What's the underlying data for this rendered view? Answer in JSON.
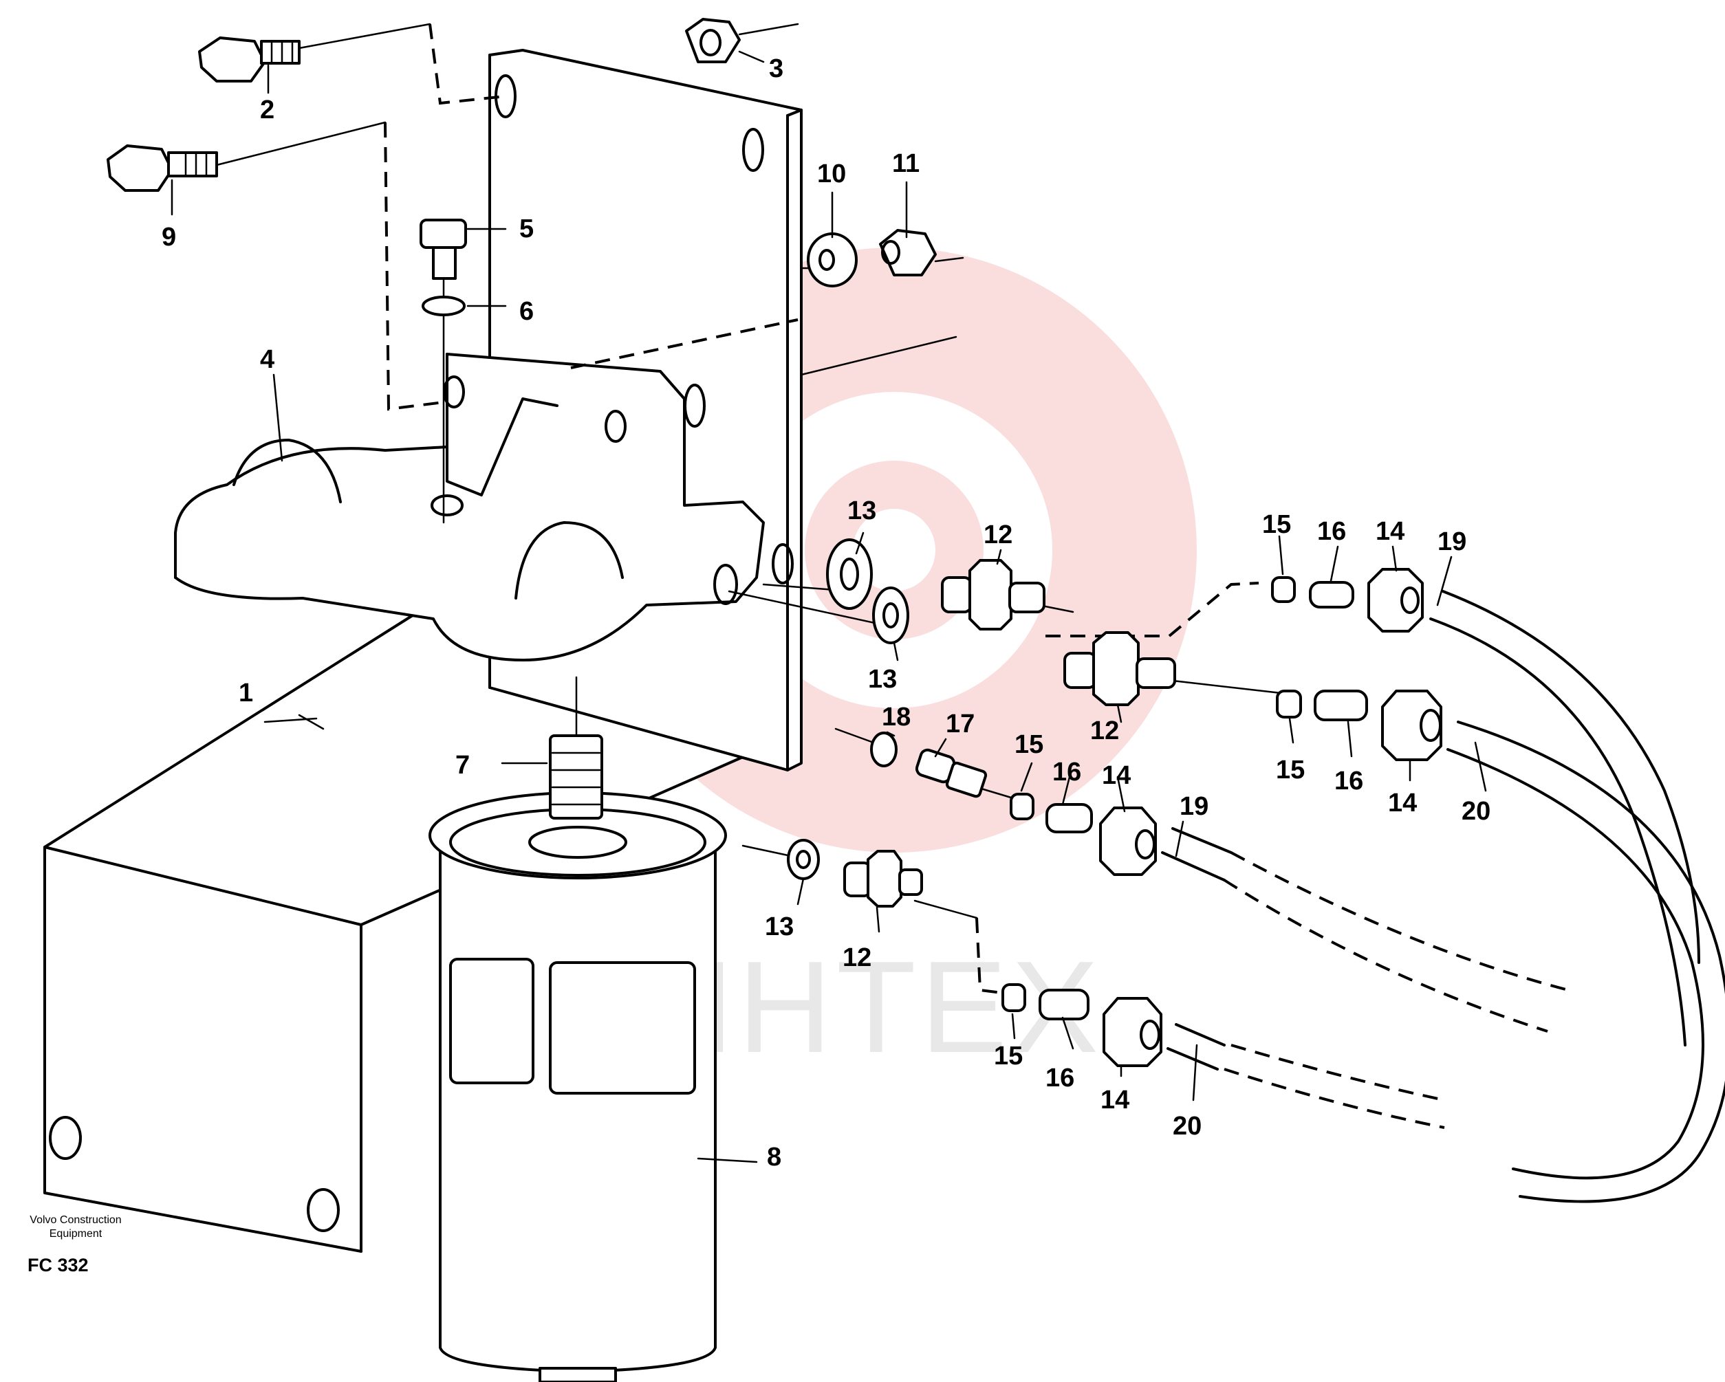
{
  "footer": {
    "maker_line1": "Volvo Construction",
    "maker_line2": "Equipment",
    "code": "FC 332"
  },
  "watermark": {
    "text": "ИНТЕХ",
    "gear_color": "#f6c8c8"
  },
  "callouts": {
    "c1": "1",
    "c2": "2",
    "c3": "3",
    "c4": "4",
    "c5": "5",
    "c6": "6",
    "c7": "7",
    "c8": "8",
    "c9": "9",
    "c10": "10",
    "c11": "11",
    "c12a": "12",
    "c12b": "12",
    "c12c": "12",
    "c13a": "13",
    "c13b": "13",
    "c13c": "13",
    "c14a": "14",
    "c14b": "14",
    "c14c": "14",
    "c14d": "14",
    "c15a": "15",
    "c15b": "15",
    "c15c": "15",
    "c15d": "15",
    "c16a": "16",
    "c16b": "16",
    "c16c": "16",
    "c16d": "16",
    "c17": "17",
    "c18": "18",
    "c19a": "19",
    "c19b": "19",
    "c20a": "20",
    "c20b": "20"
  }
}
